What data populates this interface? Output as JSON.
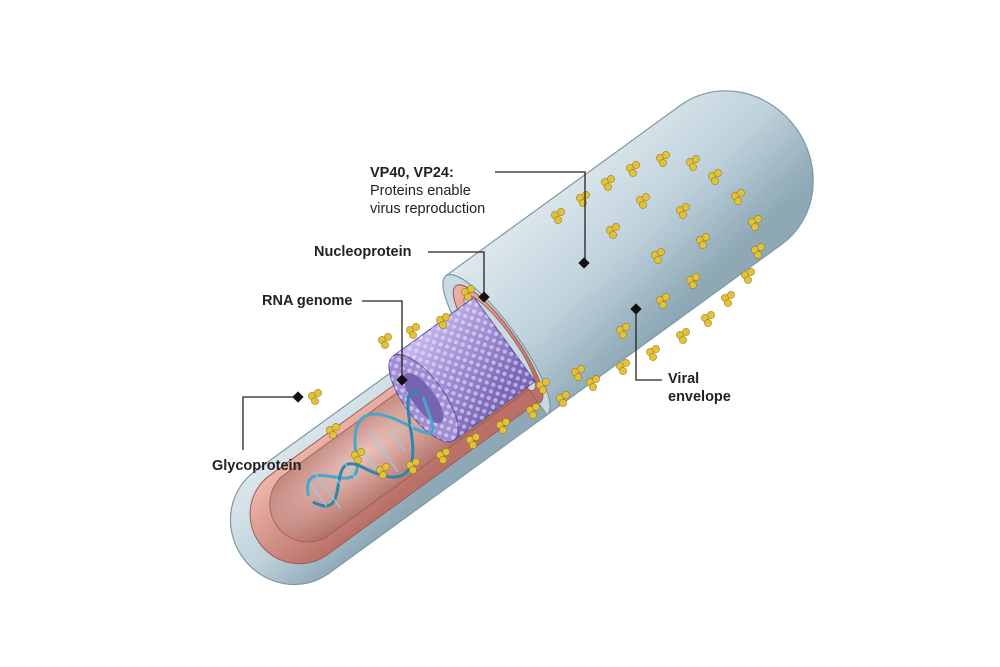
{
  "labels": {
    "vp_title": "VP40, VP24:",
    "vp_line1": "Proteins enable",
    "vp_line2": "virus reproduction",
    "nucleoprotein": "Nucleoprotein",
    "rna_genome": "RNA genome",
    "glycoprotein": "Glycoprotein",
    "viral_line1": "Viral",
    "viral_line2": "envelope"
  },
  "colors": {
    "envelope": "#bfd2dc",
    "envelope_shade": "#93aebb",
    "matrix": "#d9958c",
    "matrix_inner": "#c07d74",
    "nucleocapsid": "#a18fd0",
    "rna": "#47a7c9",
    "glyco": "#e2c23a",
    "leader": "#222222"
  }
}
